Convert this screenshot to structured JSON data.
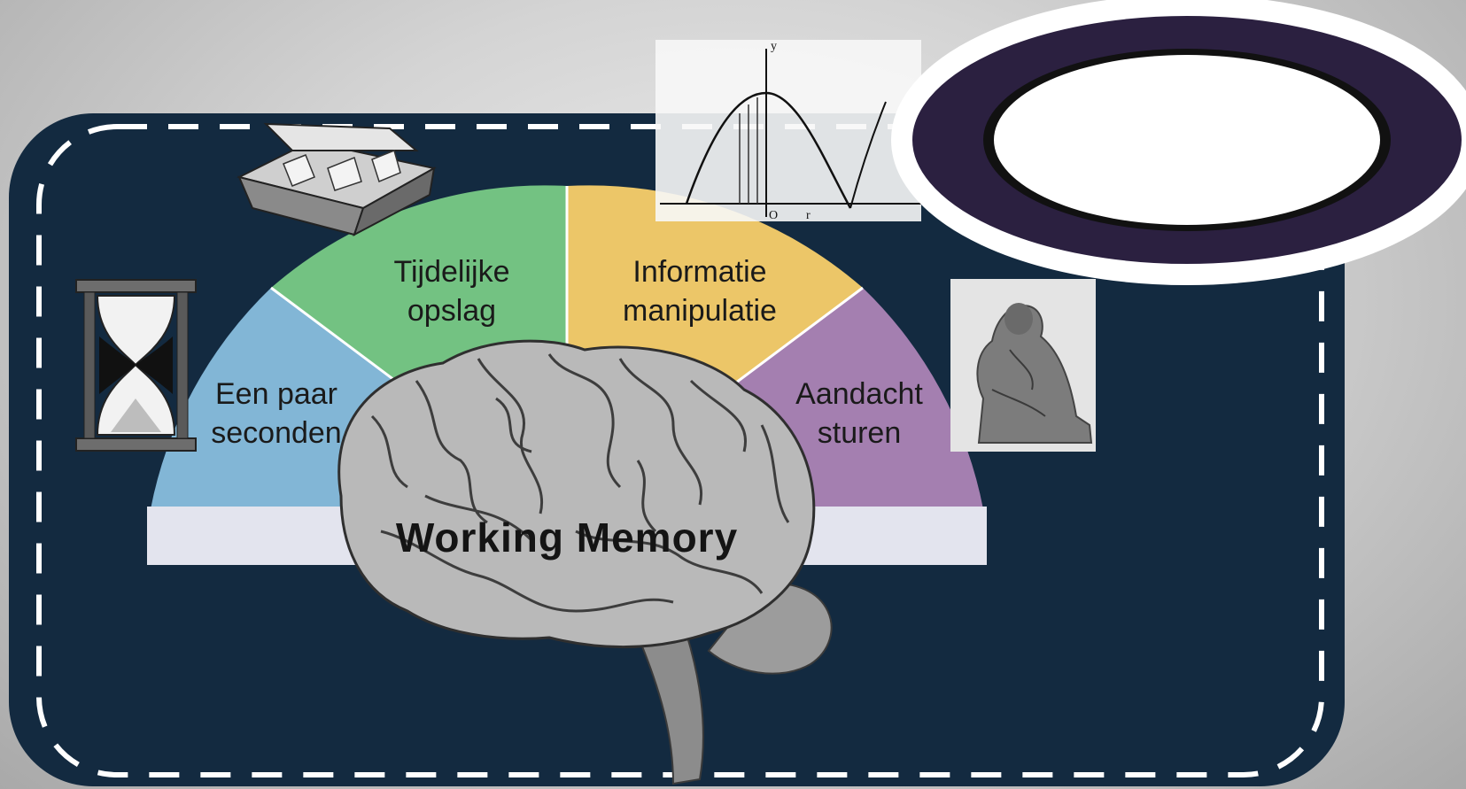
{
  "diagram": {
    "title": "Working Memory",
    "segments": [
      {
        "line1": "Een paar",
        "line2": "seconden",
        "color": "#82b6d6",
        "icon": "hourglass-icon"
      },
      {
        "line1": "Tijdelijke",
        "line2": "opslag",
        "color": "#73c282",
        "icon": "filing-box-icon"
      },
      {
        "line1": "Informatie",
        "line2": "manipulatie",
        "color": "#ecc668",
        "icon": "graph-icon"
      },
      {
        "line1": "Aandacht",
        "line2": "sturen",
        "color": "#a47fb0",
        "icon": "thinker-statue-icon"
      }
    ],
    "base_strip_color": "#e3e4ee",
    "center_image": "brain-icon"
  },
  "panel": {
    "background": "#132a40",
    "border": "dashed white"
  },
  "badge": {
    "outer_color": "#2b2040",
    "inner_color": "#ffffff",
    "text": ""
  }
}
